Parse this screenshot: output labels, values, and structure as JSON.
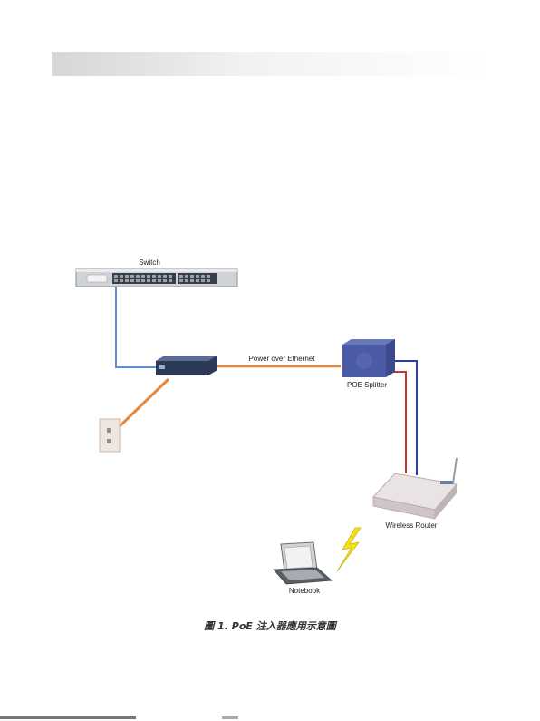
{
  "diagram": {
    "labels": {
      "switch": "Switch",
      "power_over_ethernet": "Power over Ethernet",
      "poe_splitter": "POE Splitter",
      "wireless_router": "Wireless Router",
      "notebook": "Notebook"
    },
    "caption": "圖 1. PoE 注入器應用示意圖",
    "colors": {
      "data_cable": "#5b8fd1",
      "poe_cable": "#e8873c",
      "power_cable": "#c0392b",
      "router_data_cable": "#2b3fb5",
      "wireless_bolt": "#f2e21a"
    },
    "icons": [
      "switch-icon",
      "poe-injector-icon",
      "wall-outlet-icon",
      "poe-splitter-icon",
      "wireless-router-icon",
      "notebook-icon",
      "lightning-icon"
    ]
  }
}
